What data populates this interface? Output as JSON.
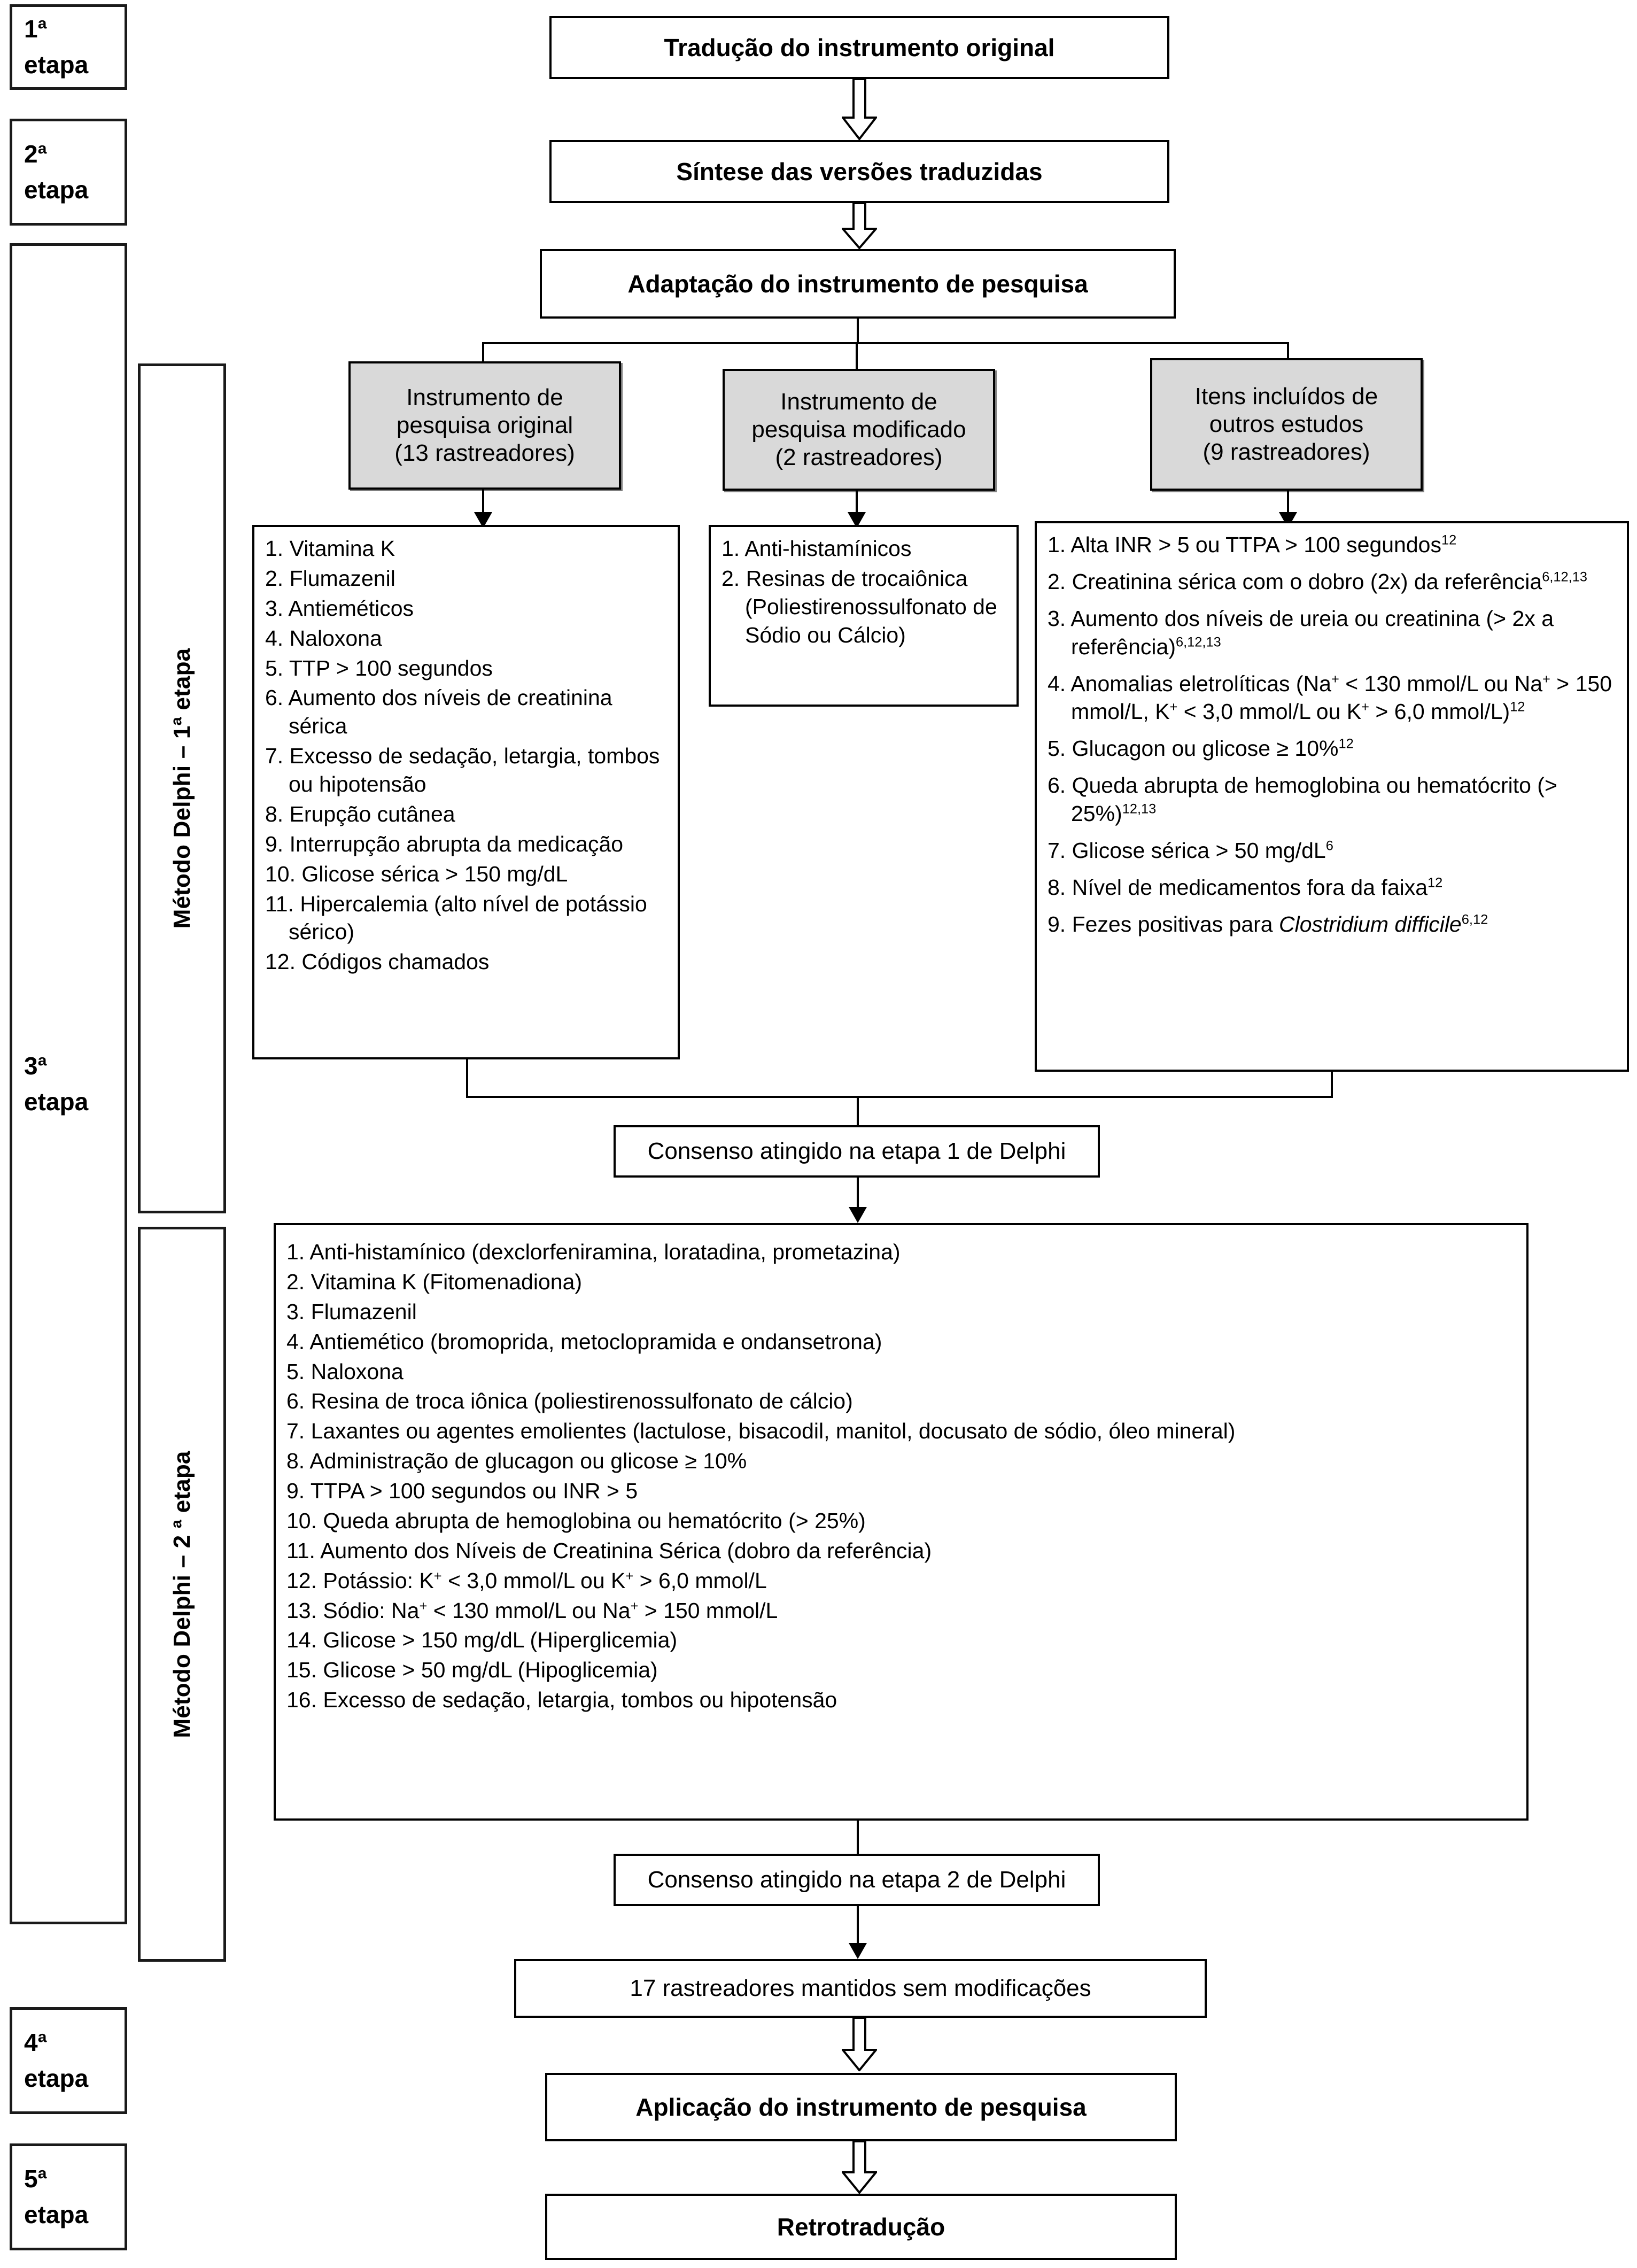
{
  "steps": [
    {
      "id": "step1",
      "label": "1ª\netapa"
    },
    {
      "id": "step2",
      "label": "2ª\netapa"
    },
    {
      "id": "step3",
      "label": "3ª\netapa"
    },
    {
      "id": "step4",
      "label": "4ª\netapa"
    },
    {
      "id": "step5",
      "label": "5ª\netapa"
    }
  ],
  "rails": [
    {
      "id": "delphi1",
      "label": "Método Delphi – 1ª etapa"
    },
    {
      "id": "delphi2",
      "label": "Método Delphi – 2 ª etapa"
    }
  ],
  "process": {
    "translation": "Tradução do instrumento original",
    "synthesis": "Síntese das versões traduzidas",
    "adaptation": "Adaptação do instrumento de pesquisa",
    "consensus1": "Consenso atingido na etapa 1 de Delphi",
    "consensus2": "Consenso atingido na etapa 2 de Delphi",
    "kept": "17 rastreadores mantidos sem modificações",
    "application": "Aplicação do instrumento de pesquisa",
    "backtranslation": "Retrotradução"
  },
  "sources": [
    {
      "id": "original",
      "label": "Instrumento de pesquisa original (13 rastreadores)",
      "line1": "Instrumento de",
      "line2": "pesquisa original",
      "line3": "(13 rastreadores)"
    },
    {
      "id": "modified",
      "label": "Instrumento de pesquisa modificado (2 rastreadores)",
      "line1": "Instrumento de",
      "line2": "pesquisa modificado",
      "line3": "(2 rastreadores)"
    },
    {
      "id": "other",
      "label": "Itens incluídos de outros estudos (9 rastreadores)",
      "line1": "Itens incluídos de",
      "line2": "outros estudos",
      "line3": "(9 rastreadores)"
    }
  ],
  "list_original": [
    "1. Vitamina K",
    "2. Flumazenil",
    "3. Antieméticos",
    "4. Naloxona",
    "5. TTP > 100 segundos",
    "6. Aumento dos níveis de creatinina sérica",
    "7. Excesso de sedação, letargia, tombos ou hipotensão",
    "8. Erupção cutânea",
    "9. Interrupção abrupta da medicação",
    "10. Glicose sérica > 150 mg/dL",
    "11. Hipercalemia (alto nível de potássio sérico)",
    "12. Códigos chamados"
  ],
  "list_modified": [
    "1. Anti-histamínicos",
    "2. Resinas de trocaiônica (Poliestirenossulfonato de Sódio ou Cálcio)"
  ],
  "list_other": [
    {
      "text": "1. Alta INR > 5 ou TTPA > 100 segundos",
      "sup": "12"
    },
    {
      "text": "2. Creatinina sérica com o dobro (2x) da referência",
      "sup": "6,12,13"
    },
    {
      "text": "3. Aumento dos níveis de ureia ou creatinina (> 2x a referência)",
      "sup": "6,12,13"
    },
    {
      "text": "4. Anomalias eletrolíticas (Na+ < 130 mmol/L ou Na+ > 150 mmol/L, K+ < 3,0 mmol/L ou K+ > 6,0 mmol/L)",
      "sup": "12"
    },
    {
      "text": "5. Glucagon ou glicose ≥ 10%",
      "sup": "12"
    },
    {
      "text": "6. Queda abrupta de hemoglobina ou hematócrito (> 25%)",
      "sup": "12,13"
    },
    {
      "text": "7. Glicose sérica > 50 mg/dL",
      "sup": "6"
    },
    {
      "text": "8. Nível de medicamentos fora da faixa",
      "sup": "12"
    },
    {
      "text": "9. Fezes positivas para Clostridium difficile",
      "sup": "6,12",
      "italic": "Clostridium difficile"
    }
  ],
  "list_consensus": [
    "1. Anti-histamínico (dexclorfeniramina, loratadina, prometazina)",
    "2. Vitamina K (Fitomenadiona)",
    "3. Flumazenil",
    "4. Antiemético (bromoprida, metoclopramida e ondansetrona)",
    "5. Naloxona",
    "6. Resina de troca iônica (poliestirenossulfonato de cálcio)",
    "7. Laxantes ou agentes emolientes (lactulose, bisacodil, manitol, docusato de sódio, óleo mineral)",
    "8. Administração de glucagon ou glicose ≥ 10%",
    "9. TTPA > 100 segundos ou INR > 5",
    "10. Queda abrupta de hemoglobina ou hematócrito (> 25%)",
    "11. Aumento dos Níveis de Creatinina Sérica (dobro da referência)",
    "12. Potássio: K+ < 3,0 mmol/L ou K+ > 6,0 mmol/L",
    "13. Sódio: Na+ < 130 mmol/L ou Na+ > 150 mmol/L",
    "14. Glicose > 150 mg/dL (Hiperglicemia)",
    "15. Glicose > 50 mg/dL (Hipoglicemia)",
    "16. Excesso de sedação, letargia, tombos ou hipotensão"
  ],
  "colors": {
    "line": "#000000",
    "gray_fill": "#d9d9d9",
    "gray_shadow": "#808080"
  }
}
